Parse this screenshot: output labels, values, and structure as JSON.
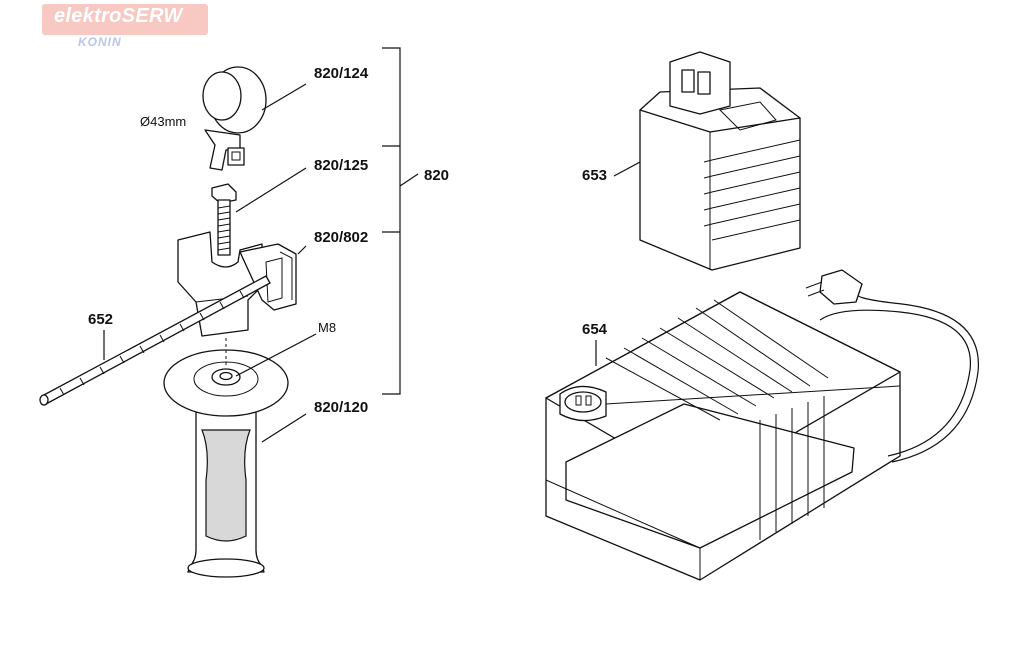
{
  "watermark": {
    "brand": "elektroSERW",
    "city": "KONIN"
  },
  "callouts": {
    "p820_124": "820/124",
    "p820_125": "820/125",
    "p820_802": "820/802",
    "p820_120": "820/120",
    "p820": "820",
    "p652": "652",
    "p653": "653",
    "p654": "654",
    "diameter": "Ø43mm",
    "thread": "M8"
  }
}
